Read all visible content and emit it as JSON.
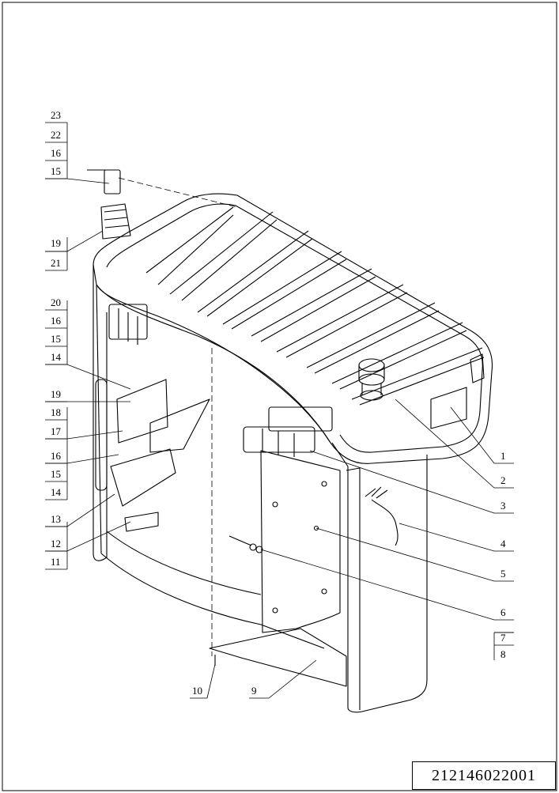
{
  "drawing": {
    "part_number": "212146022001",
    "callouts_left": [
      "23",
      "22",
      "16",
      "15",
      "19",
      "21",
      "20",
      "16",
      "15",
      "14",
      "19",
      "18",
      "17",
      "16",
      "15",
      "14",
      "13",
      "12",
      "11"
    ],
    "callouts_right": [
      "1",
      "2",
      "3",
      "4",
      "5",
      "6",
      "7",
      "8"
    ],
    "callouts_bottom": [
      "10",
      "9"
    ]
  }
}
